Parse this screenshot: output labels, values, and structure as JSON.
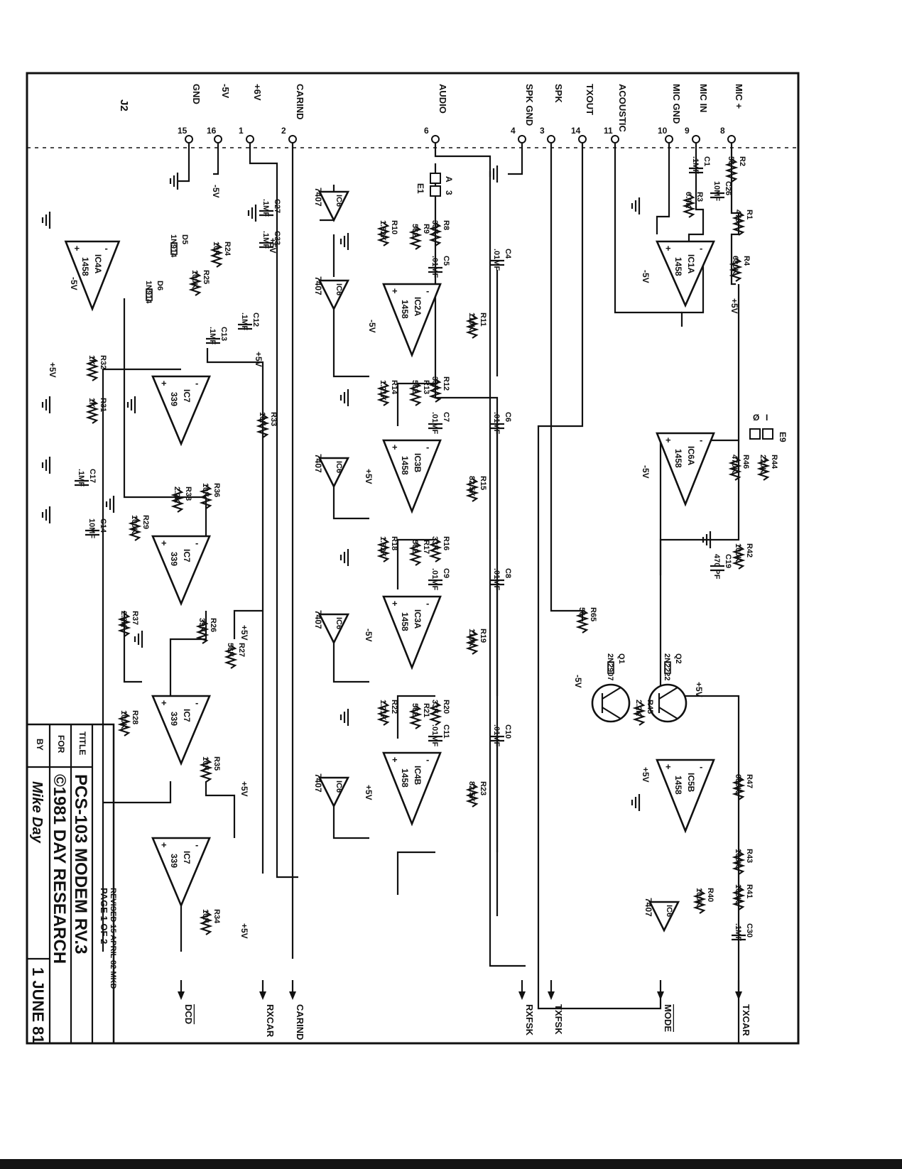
{
  "schematic": {
    "connector": "J2",
    "pins": [
      {
        "label": "MIC +",
        "num": "8"
      },
      {
        "label": "MIC IN",
        "num": "9"
      },
      {
        "label": "MIC GND",
        "num": "10"
      },
      {
        "label": "ACOUSTIC",
        "num": "11"
      },
      {
        "label": "TXOUT",
        "num": "14"
      },
      {
        "label": "SPK",
        "num": "3"
      },
      {
        "label": "SPK GND",
        "num": "4"
      },
      {
        "label": "AUDIO",
        "num": "6"
      },
      {
        "label": "CARIND",
        "num": "2"
      },
      {
        "label": "+6V",
        "num": "1"
      },
      {
        "label": "-5V",
        "num": "16"
      },
      {
        "label": "GND",
        "num": "15"
      }
    ],
    "outputs": [
      "TXCAR",
      "MODE",
      "TXFSK",
      "RXFSK",
      "CARIND",
      "RXCAR",
      "DCD"
    ],
    "supply": {
      "plus": "+5V",
      "minus": "-5V",
      "plus6": "+6V"
    },
    "jumpers": [
      {
        "name": "E1",
        "a": "A",
        "b": "3"
      },
      {
        "name": "E9",
        "a": "Ø",
        "b": "I"
      }
    ],
    "amplifiers": [
      {
        "id": "IC1A",
        "part": "1458"
      },
      {
        "id": "IC6A",
        "part": "1458"
      },
      {
        "id": "IC5B",
        "part": "1458"
      },
      {
        "id": "IC2A",
        "part": "1458"
      },
      {
        "id": "IC3B",
        "part": "1458"
      },
      {
        "id": "IC3A",
        "part": "1458"
      },
      {
        "id": "IC4B",
        "part": "1458"
      },
      {
        "id": "IC4A",
        "part": "1458"
      },
      {
        "id": "IC6",
        "part": "7407"
      },
      {
        "id": "IC7",
        "part": "339"
      }
    ],
    "parts": [
      {
        "ref": "R1",
        "value": "470"
      },
      {
        "ref": "R2",
        "value": "56"
      },
      {
        "ref": "C26",
        "value": "10MF"
      },
      {
        "ref": "C1",
        "value": ".1MF"
      },
      {
        "ref": "R3",
        "value": "6.8K"
      },
      {
        "ref": "R4",
        "value": "680K"
      },
      {
        "ref": "R46",
        "value": "470K"
      },
      {
        "ref": "R44",
        "value": "220K"
      },
      {
        "ref": "R42",
        "value": "100K"
      },
      {
        "ref": "C19",
        "value": "470 PF"
      },
      {
        "ref": "R65",
        "value": "56"
      },
      {
        "ref": "Q1",
        "value": "2N2907"
      },
      {
        "ref": "Q2",
        "value": "2N2222"
      },
      {
        "ref": "R45",
        "value": "2.2K"
      },
      {
        "ref": "R47",
        "value": "680K"
      },
      {
        "ref": "R43",
        "value": "100K"
      },
      {
        "ref": "R41",
        "value": "100K"
      },
      {
        "ref": "R40",
        "value": "100K"
      },
      {
        "ref": "C30",
        "value": ".1MF"
      },
      {
        "ref": "R8",
        "value": "33K"
      },
      {
        "ref": "R9",
        "value": "562"
      },
      {
        "ref": "R10",
        "value": "1.82K"
      },
      {
        "ref": "C4",
        "value": ".01MF"
      },
      {
        "ref": "C5",
        "value": ".01MF"
      },
      {
        "ref": "R11",
        "value": "110K"
      },
      {
        "ref": "R12",
        "value": "33K"
      },
      {
        "ref": "R13",
        "value": "562"
      },
      {
        "ref": "R14",
        "value": "1.21K"
      },
      {
        "ref": "C6",
        "value": ".01MF"
      },
      {
        "ref": "C7",
        "value": ".01MF"
      },
      {
        "ref": "R15",
        "value": "82.5K"
      },
      {
        "ref": "R16",
        "value": "33K"
      },
      {
        "ref": "R17",
        "value": "562"
      },
      {
        "ref": "R18",
        "value": "1.82K"
      },
      {
        "ref": "C8",
        "value": ".01MF"
      },
      {
        "ref": "C9",
        "value": ".01MF"
      },
      {
        "ref": "R19",
        "value": "110K"
      },
      {
        "ref": "R20",
        "value": "33K"
      },
      {
        "ref": "R21",
        "value": "562"
      },
      {
        "ref": "R22",
        "value": "1.21K"
      },
      {
        "ref": "C10",
        "value": ".01MF"
      },
      {
        "ref": "C11",
        "value": ".01MF"
      },
      {
        "ref": "R23",
        "value": "82.5K"
      },
      {
        "ref": "C27",
        "value": ".1MF"
      },
      {
        "ref": "C33",
        "value": ".1MF"
      },
      {
        "ref": "C12",
        "value": ".1MF"
      },
      {
        "ref": "C13",
        "value": ".1MF"
      },
      {
        "ref": "R24",
        "value": "10K"
      },
      {
        "ref": "R25",
        "value": "100K"
      },
      {
        "ref": "D5",
        "value": "1N914"
      },
      {
        "ref": "D6",
        "value": "1N914"
      },
      {
        "ref": "R32",
        "value": "1K"
      },
      {
        "ref": "R31",
        "value": "1K"
      },
      {
        "ref": "R33",
        "value": "10K"
      },
      {
        "ref": "C17",
        "value": ".1MF"
      },
      {
        "ref": "C14",
        "value": "10MF"
      },
      {
        "ref": "R36",
        "value": "10K"
      },
      {
        "ref": "R38",
        "value": "2.2K"
      },
      {
        "ref": "R29",
        "value": "100K"
      },
      {
        "ref": "R37",
        "value": "2.2K"
      },
      {
        "ref": "R26",
        "value": "39K"
      },
      {
        "ref": "R27",
        "value": "56K"
      },
      {
        "ref": "R28",
        "value": "100K"
      },
      {
        "ref": "R35",
        "value": "10K"
      },
      {
        "ref": "R34",
        "value": "10K"
      }
    ]
  },
  "title_block": {
    "title_label": "TITLE",
    "title_value": "PCS-103 MODEM RV.3",
    "for_label": "FOR",
    "for_value": "©1981 DAY RESEARCH",
    "by_label": "BY",
    "signature": "Mike Day",
    "date": "1 JUNE 81",
    "page": "PAGE 1 OF 2",
    "revised": "REVISED 15 APRIL 82 MKD"
  }
}
